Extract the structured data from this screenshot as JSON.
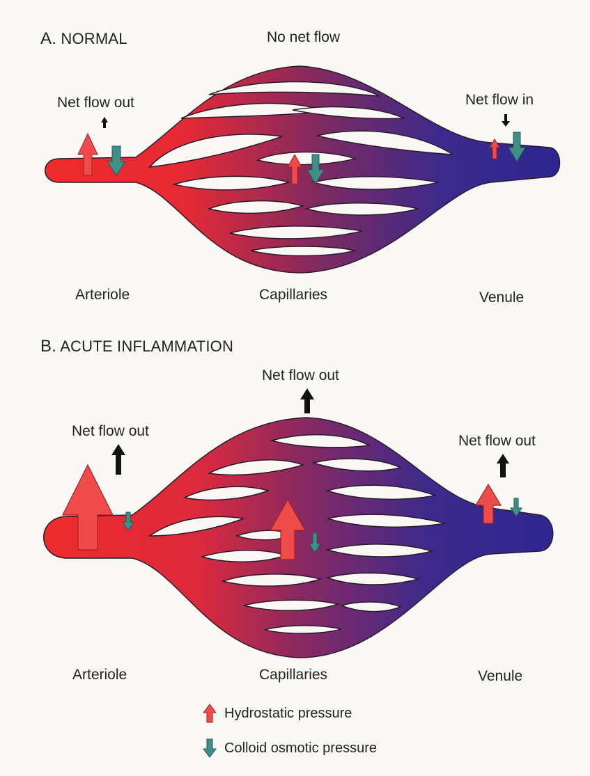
{
  "panels": {
    "a": {
      "letter": "A.",
      "title": "NORMAL",
      "top_note": "No net flow",
      "left_note": "Net flow out",
      "right_note": "Net flow in",
      "labels": [
        "Arteriole",
        "Capillaries",
        "Venule"
      ]
    },
    "b": {
      "letter": "B.",
      "title": "ACUTE INFLAMMATION",
      "top_note": "Net flow out",
      "left_note": "Net flow out",
      "right_note": "Net flow out",
      "labels": [
        "Arteriole",
        "Capillaries",
        "Venule"
      ]
    }
  },
  "legend": {
    "hydrostatic": "Hydrostatic pressure",
    "colloid": "Colloid osmotic pressure"
  },
  "colors": {
    "arterial": "#ee2b2b",
    "venous": "#2e2590",
    "hydrostatic_arrow": "#ef4b4b",
    "colloid_arrow": "#3f9088",
    "outline": "#2a1a2a"
  }
}
